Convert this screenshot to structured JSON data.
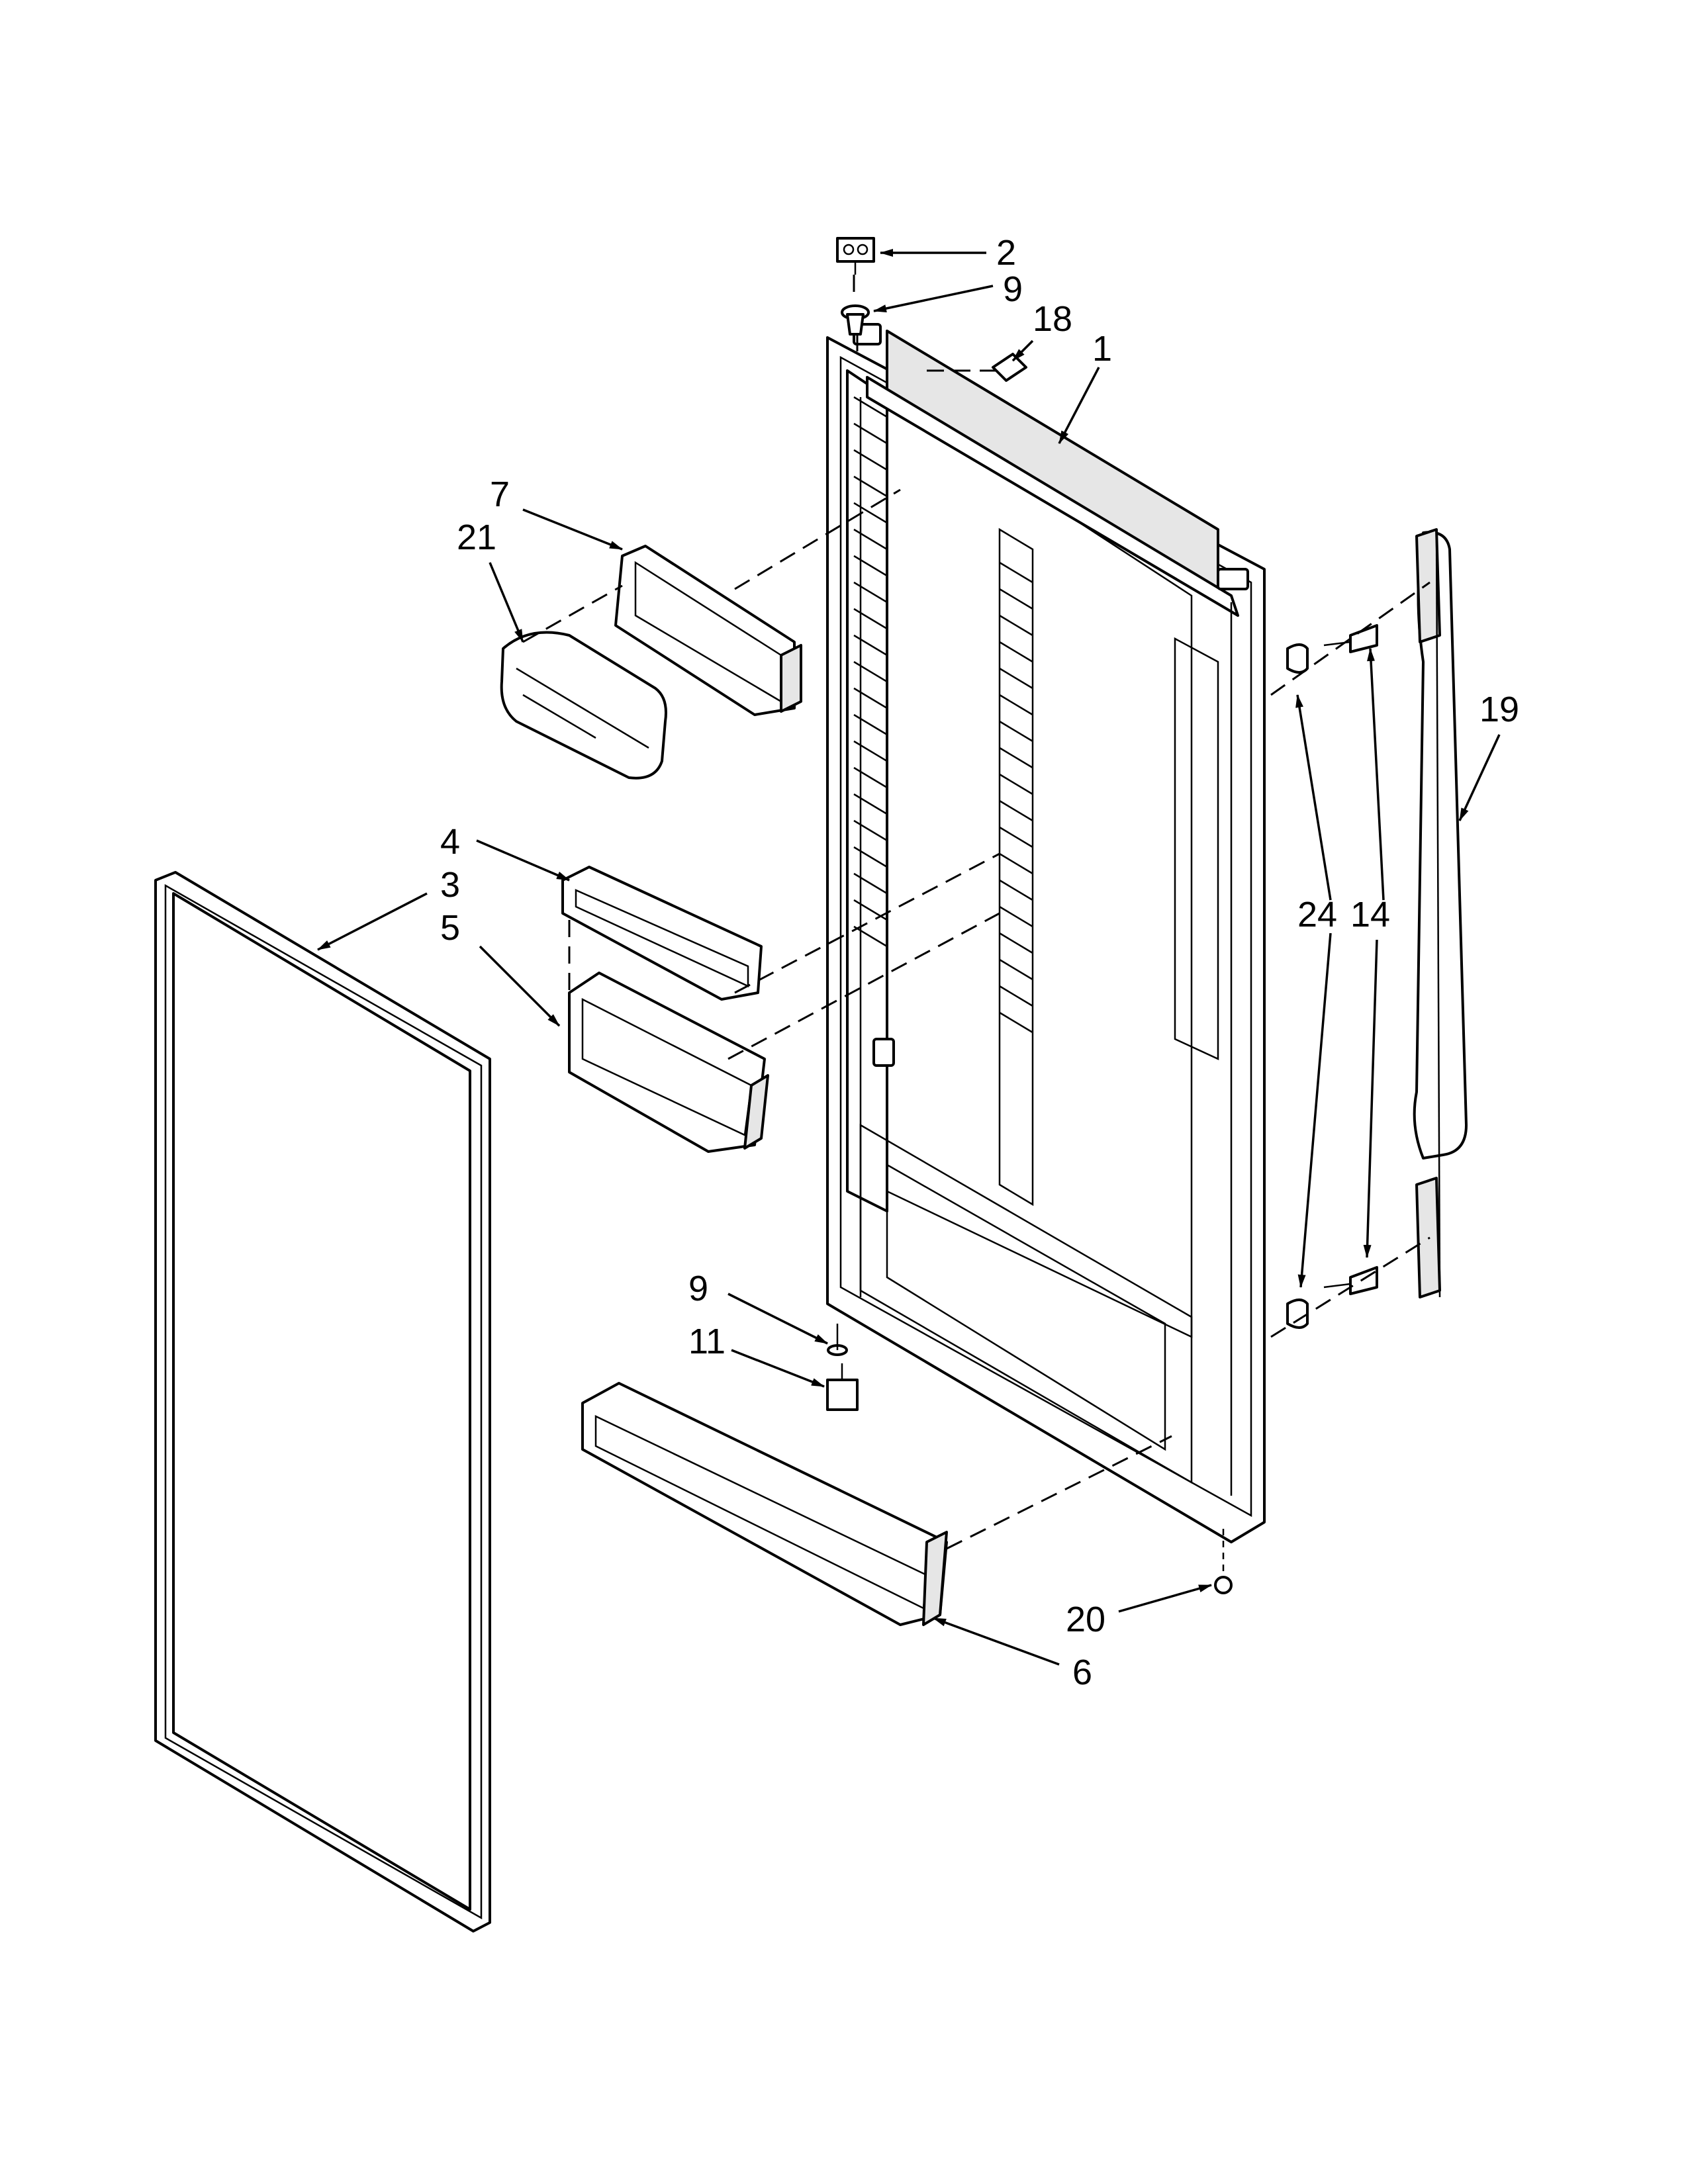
{
  "diagram": {
    "callouts": [
      {
        "id": "c2",
        "label": "2"
      },
      {
        "id": "c9top",
        "label": "9"
      },
      {
        "id": "c18",
        "label": "18"
      },
      {
        "id": "c1",
        "label": "1"
      },
      {
        "id": "c7",
        "label": "7"
      },
      {
        "id": "c21",
        "label": "21"
      },
      {
        "id": "c19",
        "label": "19"
      },
      {
        "id": "c4",
        "label": "4"
      },
      {
        "id": "c3",
        "label": "3"
      },
      {
        "id": "c5",
        "label": "5"
      },
      {
        "id": "c24",
        "label": "24"
      },
      {
        "id": "c14",
        "label": "14"
      },
      {
        "id": "c9bot",
        "label": "9"
      },
      {
        "id": "c11",
        "label": "11"
      },
      {
        "id": "c20",
        "label": "20"
      },
      {
        "id": "c6",
        "label": "6"
      }
    ]
  }
}
